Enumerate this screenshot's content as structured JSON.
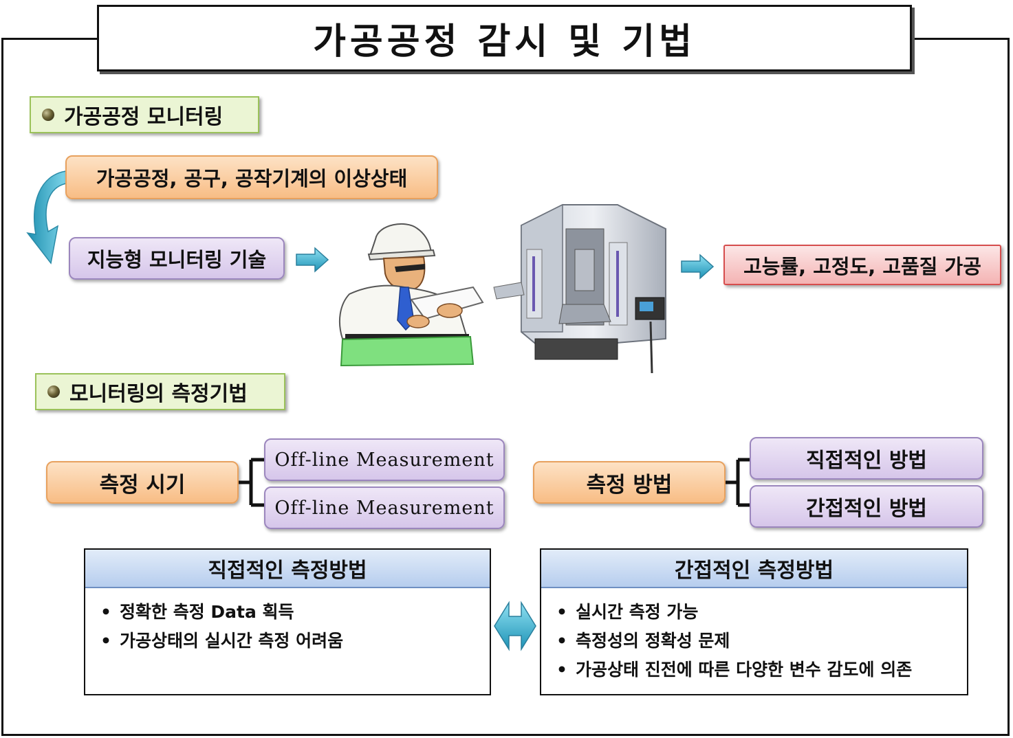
{
  "title": "가공공정 감시 및 기법",
  "section1": {
    "label": "가공공정 모니터링",
    "problem": "가공공정, 공구, 공작기계의 이상상태",
    "technology": "지능형 모니터링 기술",
    "result": "고능률, 고정도, 고품질 가공"
  },
  "section2": {
    "label": "모니터링의 측정기법",
    "timing": {
      "label": "측정 시기",
      "options": [
        "Off-line Measurement",
        "Off-line Measurement"
      ]
    },
    "method": {
      "label": "측정 방법",
      "options": [
        "직접적인 방법",
        "간접적인 방법"
      ]
    }
  },
  "direct_panel": {
    "title": "직접적인 측정방법",
    "items": [
      "정확한 측정 Data 획득",
      "가공상태의 실시간 측정 어려움"
    ]
  },
  "indirect_panel": {
    "title": "간접적인 측정방법",
    "items": [
      "실시간 측정 가능",
      "측정성의 정확성 문제",
      "가공상태 진전에 따른 다양한 변수 감도에 의존"
    ]
  },
  "colors": {
    "arrow_cyan": "#3fb4d2",
    "orange_fill": "#f8bd85",
    "purple_fill": "#d6c6ea",
    "red_border": "#d64d4d",
    "green_label": "#ebf5d4",
    "panel_header": "#b6cdee"
  },
  "icons": [
    "curved-arrow-icon",
    "right-arrow-icon",
    "double-arrow-icon",
    "worker-illustration",
    "machining-center-illustration",
    "bracket-connector-icon"
  ]
}
